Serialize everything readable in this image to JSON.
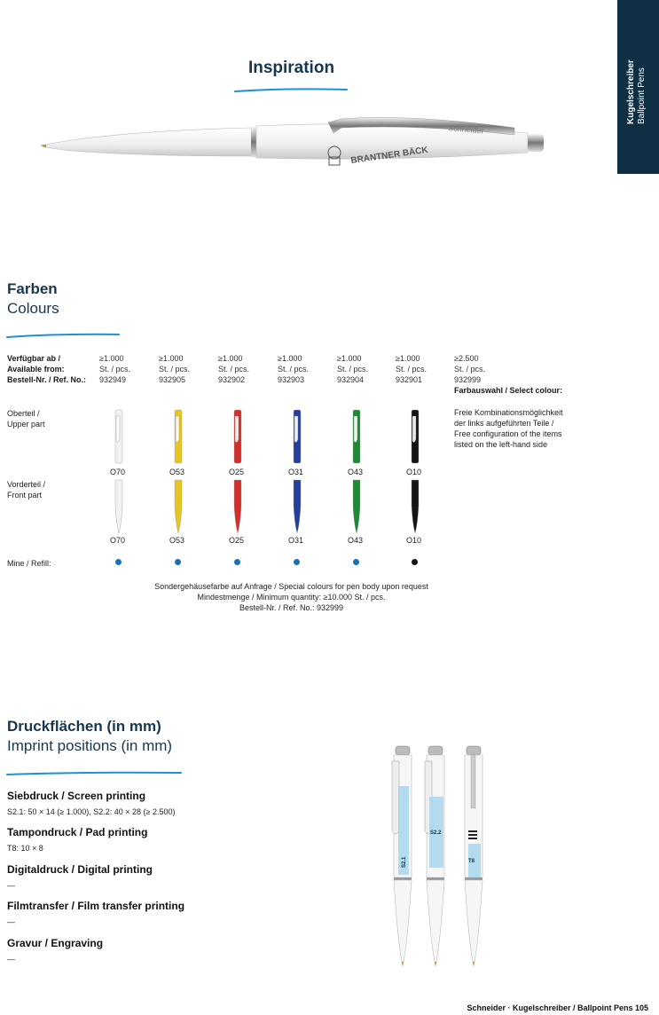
{
  "side_tab": {
    "title": "Kugelschreiber",
    "subtitle": "Ballpoint Pens",
    "bg": "#0f2f45"
  },
  "inspiration": {
    "title": "Inspiration",
    "pen_brand": "Schneider",
    "pen_logo_text": "BRANTNER BÄCK"
  },
  "colours": {
    "title": "Farben",
    "subtitle": "Colours",
    "labels": {
      "available": "Verfügbar ab /",
      "available_en": "Available from:",
      "ref": "Bestell-Nr. / Ref. No.:",
      "upper": "Oberteil /",
      "upper_en": "Upper part",
      "front": "Vorderteil /",
      "front_en": "Front part",
      "refill": "Mine / Refill:"
    },
    "columns": [
      {
        "qty": "≥1.000",
        "unit": "St. / pcs.",
        "ref": "932949",
        "code": "O70",
        "color": "#f2f2f2",
        "refill": "#1a6fb5"
      },
      {
        "qty": "≥1.000",
        "unit": "St. / pcs.",
        "ref": "932905",
        "code": "O53",
        "color": "#e6c422",
        "refill": "#1a6fb5"
      },
      {
        "qty": "≥1.000",
        "unit": "St. / pcs.",
        "ref": "932902",
        "code": "O25",
        "color": "#d12e2e",
        "refill": "#1a6fb5"
      },
      {
        "qty": "≥1.000",
        "unit": "St. / pcs.",
        "ref": "932903",
        "code": "O31",
        "color": "#253e9c",
        "refill": "#1a6fb5"
      },
      {
        "qty": "≥1.000",
        "unit": "St. / pcs.",
        "ref": "932904",
        "code": "O43",
        "color": "#1e8a35",
        "refill": "#1a6fb5"
      },
      {
        "qty": "≥1.000",
        "unit": "St. / pcs.",
        "ref": "932901",
        "code": "O10",
        "color": "#141414",
        "refill": "#111111"
      }
    ],
    "select": {
      "qty": "≥2.500",
      "unit": "St. / pcs.",
      "ref": "932999",
      "heading": "Farbauswahl / Select colour:",
      "lines": [
        "Freie Kombinationsmöglichkeit",
        "der links aufgeführten Teile /",
        "Free configuration of the items",
        "listed on the left-hand side"
      ]
    },
    "note": [
      "Sondergehäusefarbe auf Anfrage / Special colours for pen body upon request",
      "Mindestmenge / Minimum quantity: ≥10.000 St. / pcs.",
      "Bestell-Nr. / Ref. No.: 932999"
    ]
  },
  "imprint": {
    "title": "Druckflächen (in mm)",
    "subtitle": "Imprint positions (in mm)",
    "items": [
      {
        "name": "Siebdruck / Screen printing",
        "detail": "S2.1: 50 × 14 (≥ 1.000), S2.2: 40 × 28 (≥ 2.500)"
      },
      {
        "name": "Tampondruck / Pad printing",
        "detail": "T8: 10 × 8"
      },
      {
        "name": "Digitaldruck / Digital printing",
        "detail": "—"
      },
      {
        "name": "Filmtransfer / Film transfer printing",
        "detail": "—"
      },
      {
        "name": "Gravur / Engraving",
        "detail": "—"
      }
    ],
    "pens": [
      {
        "label": "S2.1"
      },
      {
        "label": "S2.2"
      },
      {
        "label": "T8"
      }
    ]
  },
  "footer": "Schneider · Kugelschreiber / Ballpoint Pens 105",
  "accent": "#1e90d6"
}
